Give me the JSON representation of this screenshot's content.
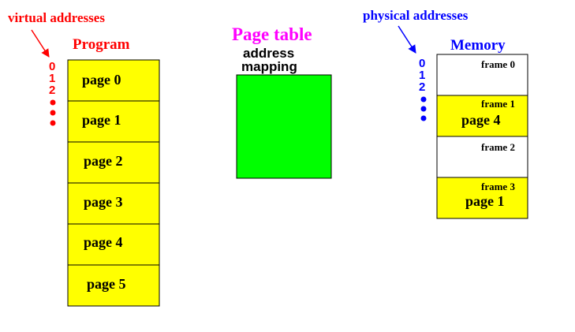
{
  "virtual_addresses_label": "virtual addresses",
  "physical_addresses_label": "physical addresses",
  "program": {
    "title": "Program",
    "pages": [
      "page 0",
      "page 1",
      "page 2",
      "page 3",
      "page 4",
      "page 5"
    ]
  },
  "page_table": {
    "title": "Page table",
    "label_line1": "address",
    "label_line2": "mapping"
  },
  "memory": {
    "title": "Memory",
    "frames": [
      {
        "label": "frame 0",
        "content": ""
      },
      {
        "label": "frame 1",
        "content": "page 4"
      },
      {
        "label": "frame 2",
        "content": ""
      },
      {
        "label": "frame 3",
        "content": "page 1"
      }
    ]
  },
  "virtual_index": [
    "0",
    "1",
    "2"
  ],
  "physical_index": [
    "0",
    "1",
    "2"
  ],
  "colors": {
    "virtual": "#ff0000",
    "physical": "#0000ff",
    "page_fill": "#ffff00",
    "table_fill": "#00ff00",
    "page_table_title": "#ff00ff",
    "program_title": "#ff0000",
    "memory_title": "#0000ff"
  }
}
